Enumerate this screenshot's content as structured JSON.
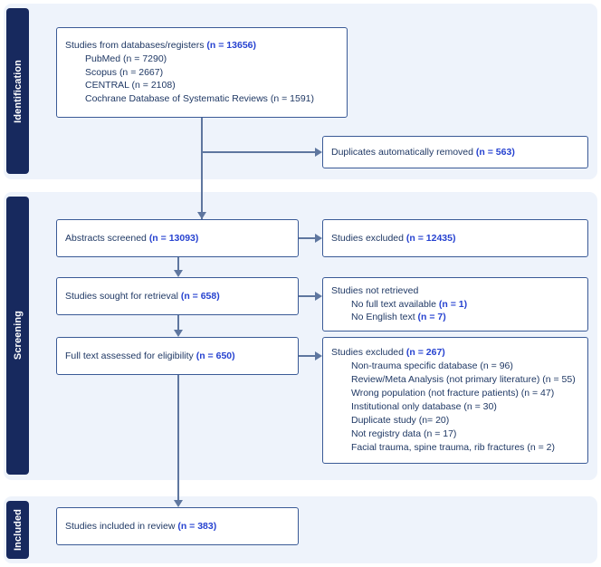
{
  "stages": [
    {
      "id": "identification",
      "label": "Identification"
    },
    {
      "id": "screening",
      "label": "Screening"
    },
    {
      "id": "included",
      "label": "Included"
    }
  ],
  "colors": {
    "stage_tab_background": "#17295e",
    "stage_tab_text": "#ffffff",
    "band_background": "#eef3fb",
    "box_border": "#3a5a96",
    "box_text": "#1f3864",
    "count_text": "#2642d0",
    "connector": "#5e769f"
  },
  "nodes": {
    "identification_sources": {
      "main": "Studies from databases/registers",
      "main_count": "(n = 13656)",
      "sub": [
        "PubMed (n = 7290)",
        "Scopus (n = 2667)",
        "CENTRAL (n = 2108)",
        "Cochrane Database of Systematic Reviews (n = 1591)"
      ]
    },
    "duplicates_removed": {
      "main": "Duplicates automatically removed",
      "main_count": "(n = 563)"
    },
    "abstracts_screened": {
      "main": "Abstracts screened",
      "main_count": "(n = 13093)"
    },
    "studies_excluded_abstracts": {
      "main": "Studies excluded",
      "main_count": "(n = 12435)"
    },
    "studies_sought_retrieval": {
      "main": "Studies sought for retrieval",
      "main_count": "(n = 658)"
    },
    "studies_not_retrieved": {
      "main": "Studies not retrieved",
      "main_count": "",
      "sub": [
        {
          "text": "No full text available ",
          "count": "(n = 1)"
        },
        {
          "text": "No English text ",
          "count": "(n = 7)"
        }
      ]
    },
    "full_text_assessed": {
      "main": "Full text assessed for eligibility",
      "main_count": "(n = 650)"
    },
    "studies_excluded_fulltext": {
      "main": "Studies excluded",
      "main_count": "(n = 267)",
      "sub": [
        "Non-trauma specific database (n = 96)",
        "Review/Meta Analysis (not primary literature) (n = 55)",
        "Wrong population (not fracture patients) (n = 47)",
        "Institutional only database (n = 30)",
        "Duplicate study (n= 20)",
        "Not registry data (n = 17)",
        "Facial trauma, spine trauma, rib fractures (n = 2)"
      ]
    },
    "studies_included": {
      "main": "Studies included in review",
      "main_count": "(n = 383)"
    }
  }
}
